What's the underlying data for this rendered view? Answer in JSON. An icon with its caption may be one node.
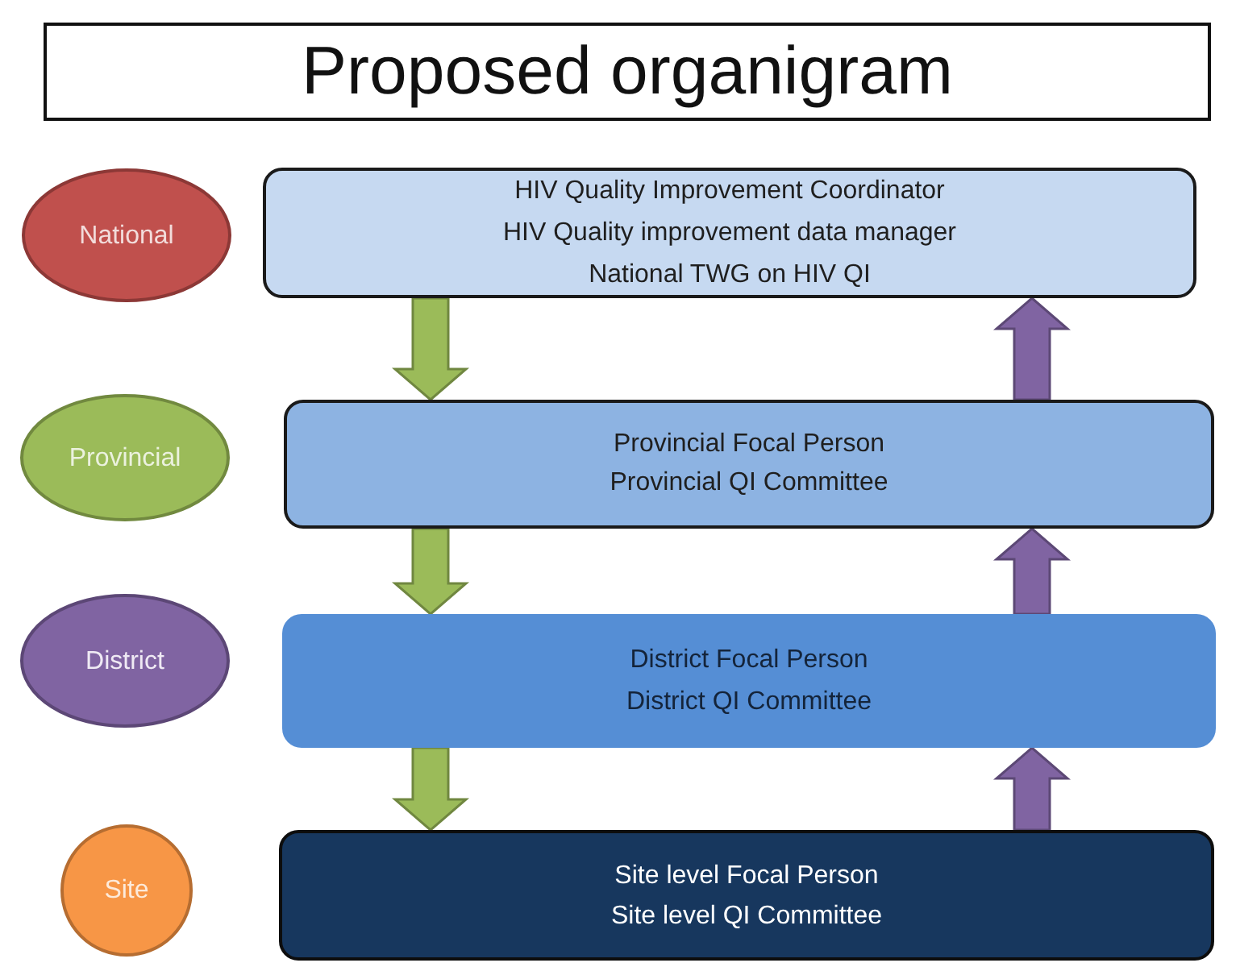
{
  "diagram": {
    "title": "Proposed organigram",
    "nodes": [
      {
        "text": [
          "National"
        ]
      },
      {
        "text": [
          "HIV Quality Improvement Coordinator",
          "HIV Quality improvement data manager",
          "National TWG on HIV QI"
        ]
      },
      {
        "text": [
          "Provincial"
        ]
      },
      {
        "text": [
          "Provincial Focal Person",
          "Provincial QI Committee"
        ]
      },
      {
        "text": [
          "District"
        ]
      },
      {
        "text": [
          "District Focal Person",
          "District QI Committee"
        ]
      },
      {
        "text": [
          "Site"
        ]
      },
      {
        "text": [
          "Site level Focal Person",
          "Site level QI Committee"
        ]
      }
    ],
    "edges": [
      {
        "from": 1,
        "to": 3,
        "arrow": "to",
        "style": "thick",
        "color": "#9bbb59"
      },
      {
        "from": 3,
        "to": 1,
        "arrow": "to",
        "style": "thick",
        "color": "#8064a2"
      },
      {
        "from": 3,
        "to": 5,
        "arrow": "to",
        "style": "thick",
        "color": "#9bbb59"
      },
      {
        "from": 5,
        "to": 3,
        "arrow": "to",
        "style": "thick",
        "color": "#8064a2"
      },
      {
        "from": 5,
        "to": 7,
        "arrow": "to",
        "style": "thick",
        "color": "#9bbb59"
      },
      {
        "from": 7,
        "to": 5,
        "arrow": "to",
        "style": "thick",
        "color": "#8064a2"
      }
    ]
  }
}
